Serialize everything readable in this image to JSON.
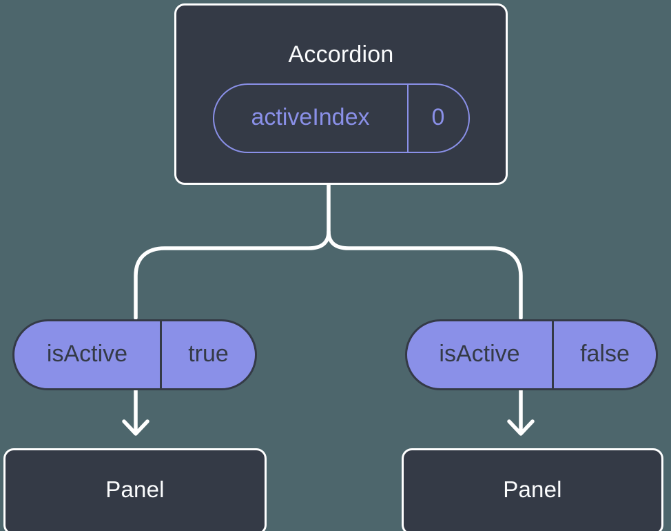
{
  "colors": {
    "background": "#4D666C",
    "box-fill": "#343A46",
    "box-border": "#FFFFFF",
    "accent-purple": "#8A90E8",
    "text-light": "#FBFCFD",
    "text-dark": "#343A46",
    "connector": "#FFFFFF"
  },
  "tree": {
    "root": {
      "title": "Accordion",
      "state": {
        "name": "activeIndex",
        "value": "0"
      }
    },
    "children": [
      {
        "prop": {
          "name": "isActive",
          "value": "true"
        },
        "title": "Panel"
      },
      {
        "prop": {
          "name": "isActive",
          "value": "false"
        },
        "title": "Panel"
      }
    ]
  }
}
